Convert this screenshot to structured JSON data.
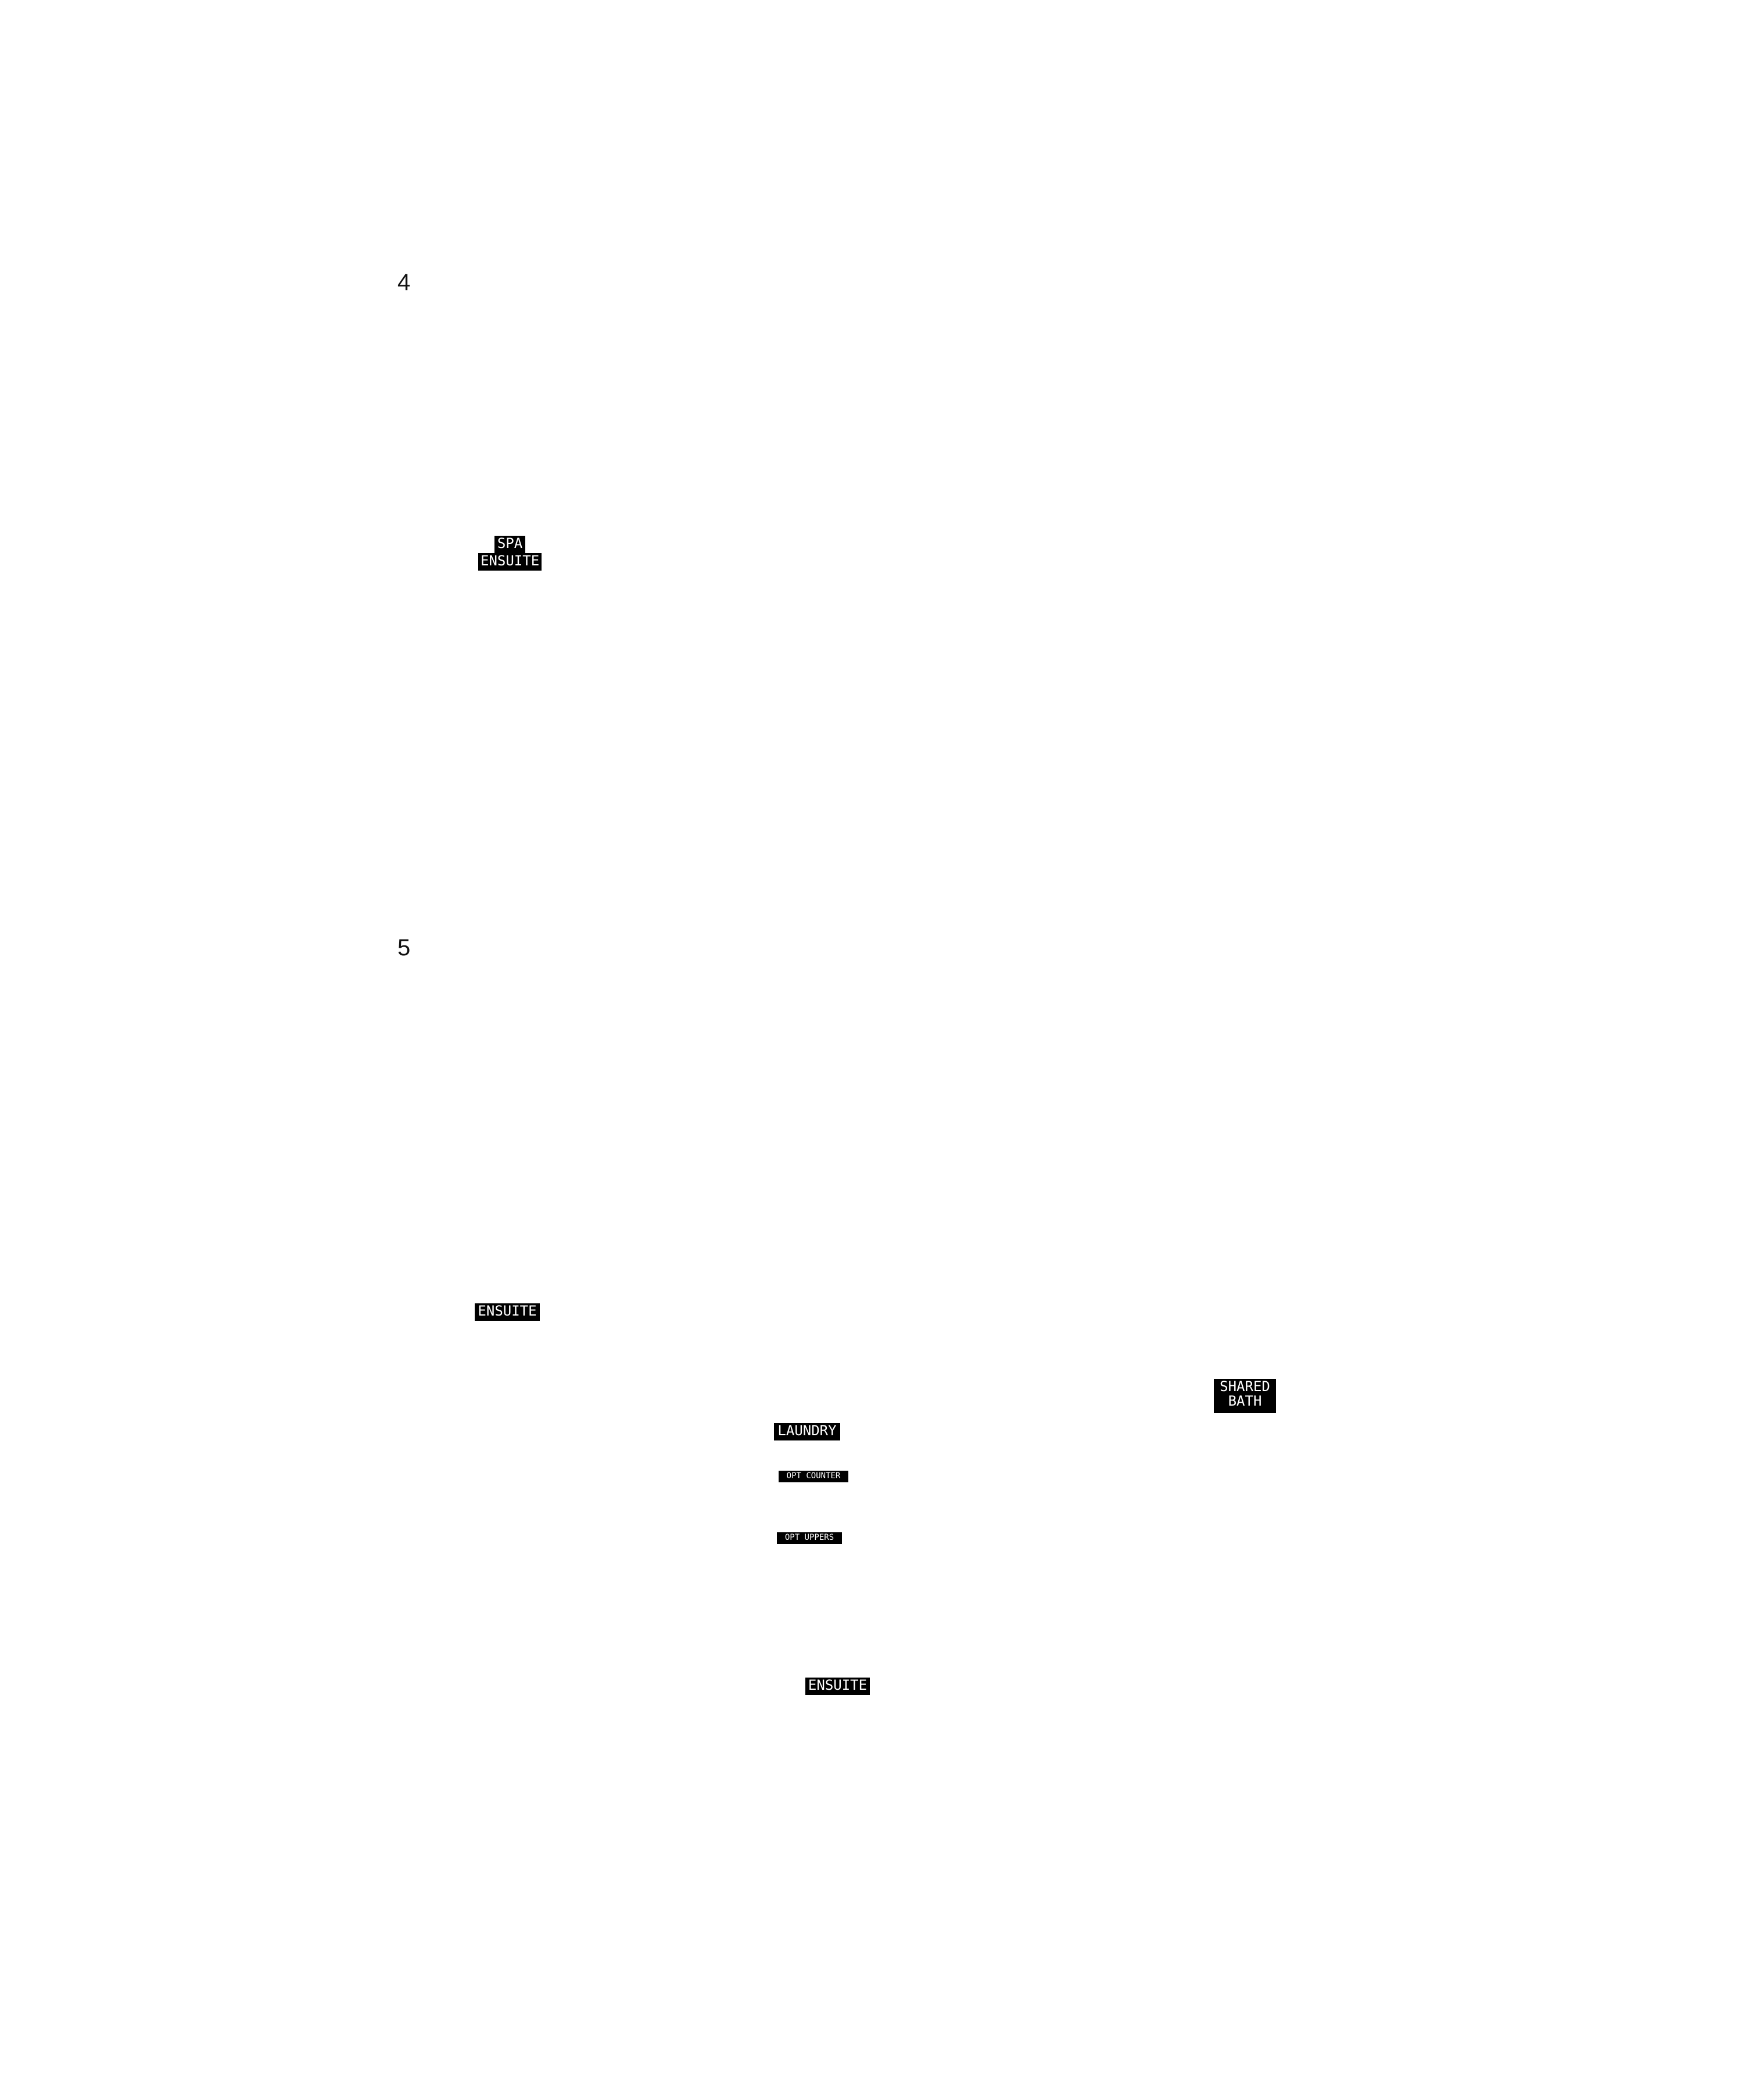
{
  "sheets": {
    "top": {
      "number": "4"
    },
    "bottom": {
      "number": "5"
    }
  },
  "tags": {
    "spa": "SPA",
    "ensuite_top": "ENSUITE",
    "ensuite_left": "ENSUITE",
    "shared_bath_line1": "SHARED",
    "shared_bath_line2": "BATH",
    "laundry": "LAUNDRY",
    "opt_counter": "OPT COUNTER",
    "opt_uppers": "OPT UPPERS",
    "ensuite_bottom": "ENSUITE"
  },
  "colors": {
    "tag_background": "#000000",
    "tag_text": "#ffffff",
    "page_background": "#ffffff"
  }
}
